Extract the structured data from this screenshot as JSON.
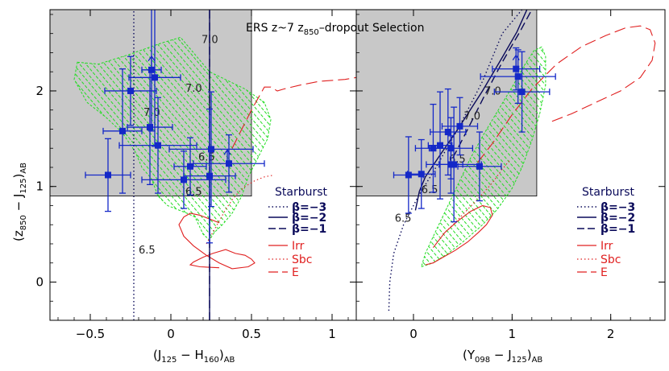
{
  "colors": {
    "selection_region": "#c8c8c8",
    "tracks": "#0a0a5a",
    "galaxies": "#e02020",
    "simulations": "#22dd22",
    "data": "#1428c8",
    "starburst_label": "#0a0a5a",
    "galaxy_label": "#e02020"
  },
  "title_parts": {
    "pre": "ERS z~7 z",
    "sub": "850",
    "post": "–dropout Selection"
  },
  "legend": {
    "title": "Starburst",
    "beta_labels": [
      "β=−3",
      "β=−2",
      "β=−1"
    ],
    "galaxy_labels": [
      "Irr",
      "Sbc",
      "E"
    ]
  },
  "chart_data": [
    {
      "type": "scatter",
      "panel": "left",
      "xlabel": {
        "main": "(J",
        "s1": "125",
        "mid": " − H",
        "s2": "160",
        "close": ")",
        "s3": "AB"
      },
      "ylabel": {
        "main": "(z",
        "s1": "850",
        "mid": " − J",
        "s2": "125",
        "close": ")",
        "s3": "AB"
      },
      "xlim": [
        -0.75,
        1.15
      ],
      "ylim": [
        -0.4,
        2.85
      ],
      "xticks": [
        -0.5,
        0,
        0.5,
        1
      ],
      "xtick_labels": [
        "−0.5",
        "0",
        "0.5",
        "1"
      ],
      "yticks": [
        0,
        1,
        2
      ],
      "ytick_labels": [
        "0",
        "1",
        "2"
      ],
      "selection_box": {
        "x": [
          -0.75,
          0.5
        ],
        "y": [
          0.9,
          2.85
        ]
      },
      "starburst_tracks": [
        {
          "beta": -3,
          "style": "dotted",
          "x": [
            -0.23,
            -0.23
          ],
          "y": [
            -0.4,
            2.85
          ]
        },
        {
          "beta": -2,
          "style": "solid",
          "x": [
            0.24,
            0.24
          ],
          "y": [
            -0.4,
            2.85
          ]
        },
        {
          "beta": -1,
          "style": "dashed",
          "x": [
            0.24,
            0.24
          ],
          "y": [
            -0.4,
            2.85
          ]
        }
      ],
      "galaxy_tracks": [
        {
          "type": "Irr",
          "style": "solid",
          "x": [
            0.3,
            0.18,
            0.12,
            0.14,
            0.2,
            0.26,
            0.34,
            0.4,
            0.46,
            0.5,
            0.52,
            0.48,
            0.38,
            0.3,
            0.22,
            0.14,
            0.08,
            0.05,
            0.08,
            0.12,
            0.18,
            0.3
          ],
          "y": [
            0.15,
            0.16,
            0.18,
            0.21,
            0.26,
            0.3,
            0.34,
            0.3,
            0.28,
            0.24,
            0.2,
            0.16,
            0.14,
            0.2,
            0.28,
            0.38,
            0.48,
            0.6,
            0.68,
            0.72,
            0.7,
            0.62
          ]
        },
        {
          "type": "Sbc",
          "style": "dotted",
          "x": [
            0.22,
            0.26,
            0.3,
            0.34,
            0.38,
            0.42,
            0.46,
            0.52,
            0.58,
            0.64
          ],
          "y": [
            0.4,
            0.52,
            0.64,
            0.76,
            0.86,
            0.94,
            1.0,
            1.06,
            1.1,
            1.12
          ]
        },
        {
          "type": "E",
          "style": "dashed",
          "x": [
            0.38,
            0.5,
            0.56,
            0.58,
            0.62,
            0.66,
            0.7,
            0.8,
            0.92,
            1.08,
            1.15
          ],
          "y": [
            1.4,
            1.8,
            1.98,
            2.04,
            2.04,
            2.0,
            2.02,
            2.06,
            2.1,
            2.12,
            2.14
          ]
        }
      ],
      "simulation_region": {
        "x": [
          -0.58,
          -0.45,
          -0.26,
          -0.06,
          0.06,
          0.24,
          0.46,
          0.58,
          0.62,
          0.6,
          0.54,
          0.48,
          0.44,
          0.38,
          0.32,
          0.27,
          0.24,
          0.2,
          0.15,
          0.1,
          0.04,
          -0.02,
          -0.08,
          -0.12,
          -0.18,
          -0.22,
          -0.3,
          -0.4,
          -0.52,
          -0.6
        ],
        "y": [
          2.3,
          2.28,
          2.38,
          2.5,
          2.56,
          2.2,
          2.02,
          1.88,
          1.7,
          1.5,
          1.3,
          1.1,
          0.9,
          0.72,
          0.6,
          0.52,
          0.44,
          0.5,
          0.68,
          0.72,
          0.76,
          0.8,
          0.9,
          1.08,
          1.2,
          1.36,
          1.56,
          1.72,
          1.88,
          2.12
        ]
      },
      "redshift_labels": [
        {
          "text": "7.0",
          "x": 0.19,
          "y": 2.5
        },
        {
          "text": "7.0",
          "x": 0.09,
          "y": 1.99
        },
        {
          "text": "7.0",
          "x": -0.17,
          "y": 1.74
        },
        {
          "text": "6.5",
          "x": 0.17,
          "y": 1.27
        },
        {
          "text": "6.5",
          "x": 0.09,
          "y": 0.91
        },
        {
          "text": "6.5",
          "x": -0.2,
          "y": 0.3
        }
      ],
      "points": [
        {
          "x": -0.39,
          "y": 1.12,
          "xerr": 0.14,
          "yerr": 0.38
        },
        {
          "x": -0.3,
          "y": 1.58,
          "xerr": 0.12,
          "yerr": 0.65
        },
        {
          "x": -0.25,
          "y": 2.0,
          "xerr": 0.16,
          "yerr": 0.36
        },
        {
          "x": -0.13,
          "y": 1.62,
          "xerr": 0.14,
          "yerr": 0.6
        },
        {
          "x": -0.1,
          "y": 2.14,
          "xerr": 0.16,
          "yerr": 0.72
        },
        {
          "x": -0.08,
          "y": 1.43,
          "xerr": 0.24,
          "yerr": 0.5
        },
        {
          "x": -0.12,
          "y": 2.22,
          "xerr": 0.06,
          "yerr": 0.64
        },
        {
          "x": 0.08,
          "y": 1.07,
          "xerr": 0.26,
          "yerr": 0.3
        },
        {
          "x": 0.12,
          "y": 1.21,
          "xerr": 0.1,
          "yerr": 0.3
        },
        {
          "x": 0.24,
          "y": 1.11,
          "xerr": 0.16,
          "yerr": 0.7
        },
        {
          "x": 0.25,
          "y": 1.39,
          "xerr": 0.26,
          "yerr": 0.6
        },
        {
          "x": 0.36,
          "y": 1.24,
          "xerr": 0.22,
          "yerr": 0.3
        }
      ],
      "upward_arrows": [
        {
          "x": -0.12,
          "y": 2.22
        },
        {
          "x": 0.35,
          "y": 1.24
        }
      ]
    },
    {
      "type": "scatter",
      "panel": "right",
      "xlabel": {
        "main": "(Y",
        "s1": "098",
        "mid": " − J",
        "s2": "125",
        "close": ")",
        "s3": "AB"
      },
      "xlim": [
        -0.58,
        2.55
      ],
      "ylim": [
        -0.4,
        2.85
      ],
      "xticks": [
        0,
        1,
        2
      ],
      "xtick_labels": [
        "0",
        "1",
        "2"
      ],
      "yticks": [
        0,
        1,
        2
      ],
      "selection_box": {
        "x": [
          -0.58,
          1.25
        ],
        "y": [
          0.9,
          2.85
        ]
      },
      "starburst_tracks": [
        {
          "beta": -3,
          "style": "dotted",
          "x": [
            -0.25,
            -0.24,
            -0.2,
            -0.1,
            0.05,
            0.2,
            0.45,
            0.7,
            0.9,
            1.1
          ],
          "y": [
            -0.3,
            0.0,
            0.3,
            0.6,
            0.9,
            1.15,
            1.6,
            2.1,
            2.6,
            2.85
          ]
        },
        {
          "beta": -2,
          "style": "solid",
          "x": [
            0.02,
            0.06,
            0.12,
            0.25,
            0.45,
            0.7,
            0.9,
            1.05,
            1.15
          ],
          "y": [
            0.75,
            0.95,
            1.1,
            1.3,
            1.6,
            2.0,
            2.35,
            2.62,
            2.85
          ]
        },
        {
          "beta": -1,
          "style": "dashed",
          "x": [
            0.4,
            0.55,
            0.72,
            0.9,
            1.08,
            1.2
          ],
          "y": [
            1.3,
            1.6,
            1.95,
            2.3,
            2.62,
            2.85
          ]
        }
      ],
      "galaxy_tracks": [
        {
          "type": "Irr",
          "style": "solid",
          "x": [
            0.12,
            0.2,
            0.3,
            0.42,
            0.55,
            0.66,
            0.74,
            0.8,
            0.78,
            0.7,
            0.58,
            0.45,
            0.32,
            0.2
          ],
          "y": [
            0.18,
            0.2,
            0.26,
            0.33,
            0.42,
            0.52,
            0.6,
            0.7,
            0.78,
            0.8,
            0.74,
            0.64,
            0.52,
            0.36
          ]
        },
        {
          "type": "Sbc",
          "style": "dotted",
          "x": [
            0.3,
            0.42,
            0.55,
            0.68,
            0.8,
            0.9,
            0.98
          ],
          "y": [
            0.5,
            0.62,
            0.76,
            0.9,
            1.04,
            1.18,
            1.28
          ]
        },
        {
          "type": "E",
          "style": "dashed",
          "x": [
            0.65,
            0.8,
            1.0,
            1.2,
            1.45,
            1.7,
            1.95,
            2.15,
            2.3,
            2.4,
            2.45,
            2.42,
            2.3,
            2.1,
            1.85,
            1.6,
            1.4
          ],
          "y": [
            1.25,
            1.45,
            1.75,
            2.02,
            2.28,
            2.46,
            2.58,
            2.66,
            2.68,
            2.64,
            2.5,
            2.32,
            2.14,
            2.0,
            1.88,
            1.76,
            1.68
          ]
        }
      ],
      "simulation_region": {
        "x": [
          0.08,
          0.2,
          0.35,
          0.5,
          0.68,
          0.85,
          1.0,
          1.1,
          1.2,
          1.28,
          1.34,
          1.34,
          1.3,
          1.22,
          1.12,
          1.0,
          0.86,
          0.72,
          0.58,
          0.46,
          0.34,
          0.22,
          0.12
        ],
        "y": [
          0.16,
          0.2,
          0.3,
          0.42,
          0.58,
          0.76,
          0.98,
          1.2,
          1.48,
          1.76,
          2.06,
          2.36,
          2.46,
          2.42,
          2.26,
          2.04,
          1.8,
          1.56,
          1.3,
          1.04,
          0.78,
          0.52,
          0.3
        ]
      },
      "redshift_labels": [
        {
          "text": "7.0",
          "x": 0.72,
          "y": 1.96
        },
        {
          "text": "7.0",
          "x": 0.51,
          "y": 1.7
        },
        {
          "text": "6.5",
          "x": 0.36,
          "y": 1.25
        },
        {
          "text": "6.5",
          "x": 0.08,
          "y": 0.93
        },
        {
          "text": "6.5",
          "x": -0.19,
          "y": 0.63
        }
      ],
      "points": [
        {
          "x": -0.05,
          "y": 1.12,
          "xerr": 0.15,
          "yerr": 0.4
        },
        {
          "x": 0.08,
          "y": 1.13,
          "xerr": 0.14,
          "yerr": 0.36
        },
        {
          "x": 0.2,
          "y": 1.4,
          "xerr": 0.18,
          "yerr": 0.46
        },
        {
          "x": 0.27,
          "y": 1.43,
          "xerr": 0.12,
          "yerr": 0.56
        },
        {
          "x": 0.35,
          "y": 1.57,
          "xerr": 0.18,
          "yerr": 0.45
        },
        {
          "x": 0.38,
          "y": 1.4,
          "xerr": 0.22,
          "yerr": 0.32
        },
        {
          "x": 0.38,
          "y": 1.23,
          "xerr": 0.12,
          "yerr": 0.3
        },
        {
          "x": 0.41,
          "y": 1.23,
          "xerr": 0.28,
          "yerr": 0.6
        },
        {
          "x": 0.47,
          "y": 1.63,
          "xerr": 0.18,
          "yerr": 0.3
        },
        {
          "x": 0.67,
          "y": 1.21,
          "xerr": 0.22,
          "yerr": 0.36
        },
        {
          "x": 1.04,
          "y": 2.23,
          "xerr": 0.24,
          "yerr": 0.22
        },
        {
          "x": 1.06,
          "y": 2.15,
          "xerr": 0.38,
          "yerr": 0.28
        },
        {
          "x": 1.1,
          "y": 1.99,
          "xerr": 0.28,
          "yerr": 0.42
        }
      ],
      "upward_arrows": [
        {
          "x": 1.04,
          "y": 2.23
        }
      ]
    }
  ]
}
